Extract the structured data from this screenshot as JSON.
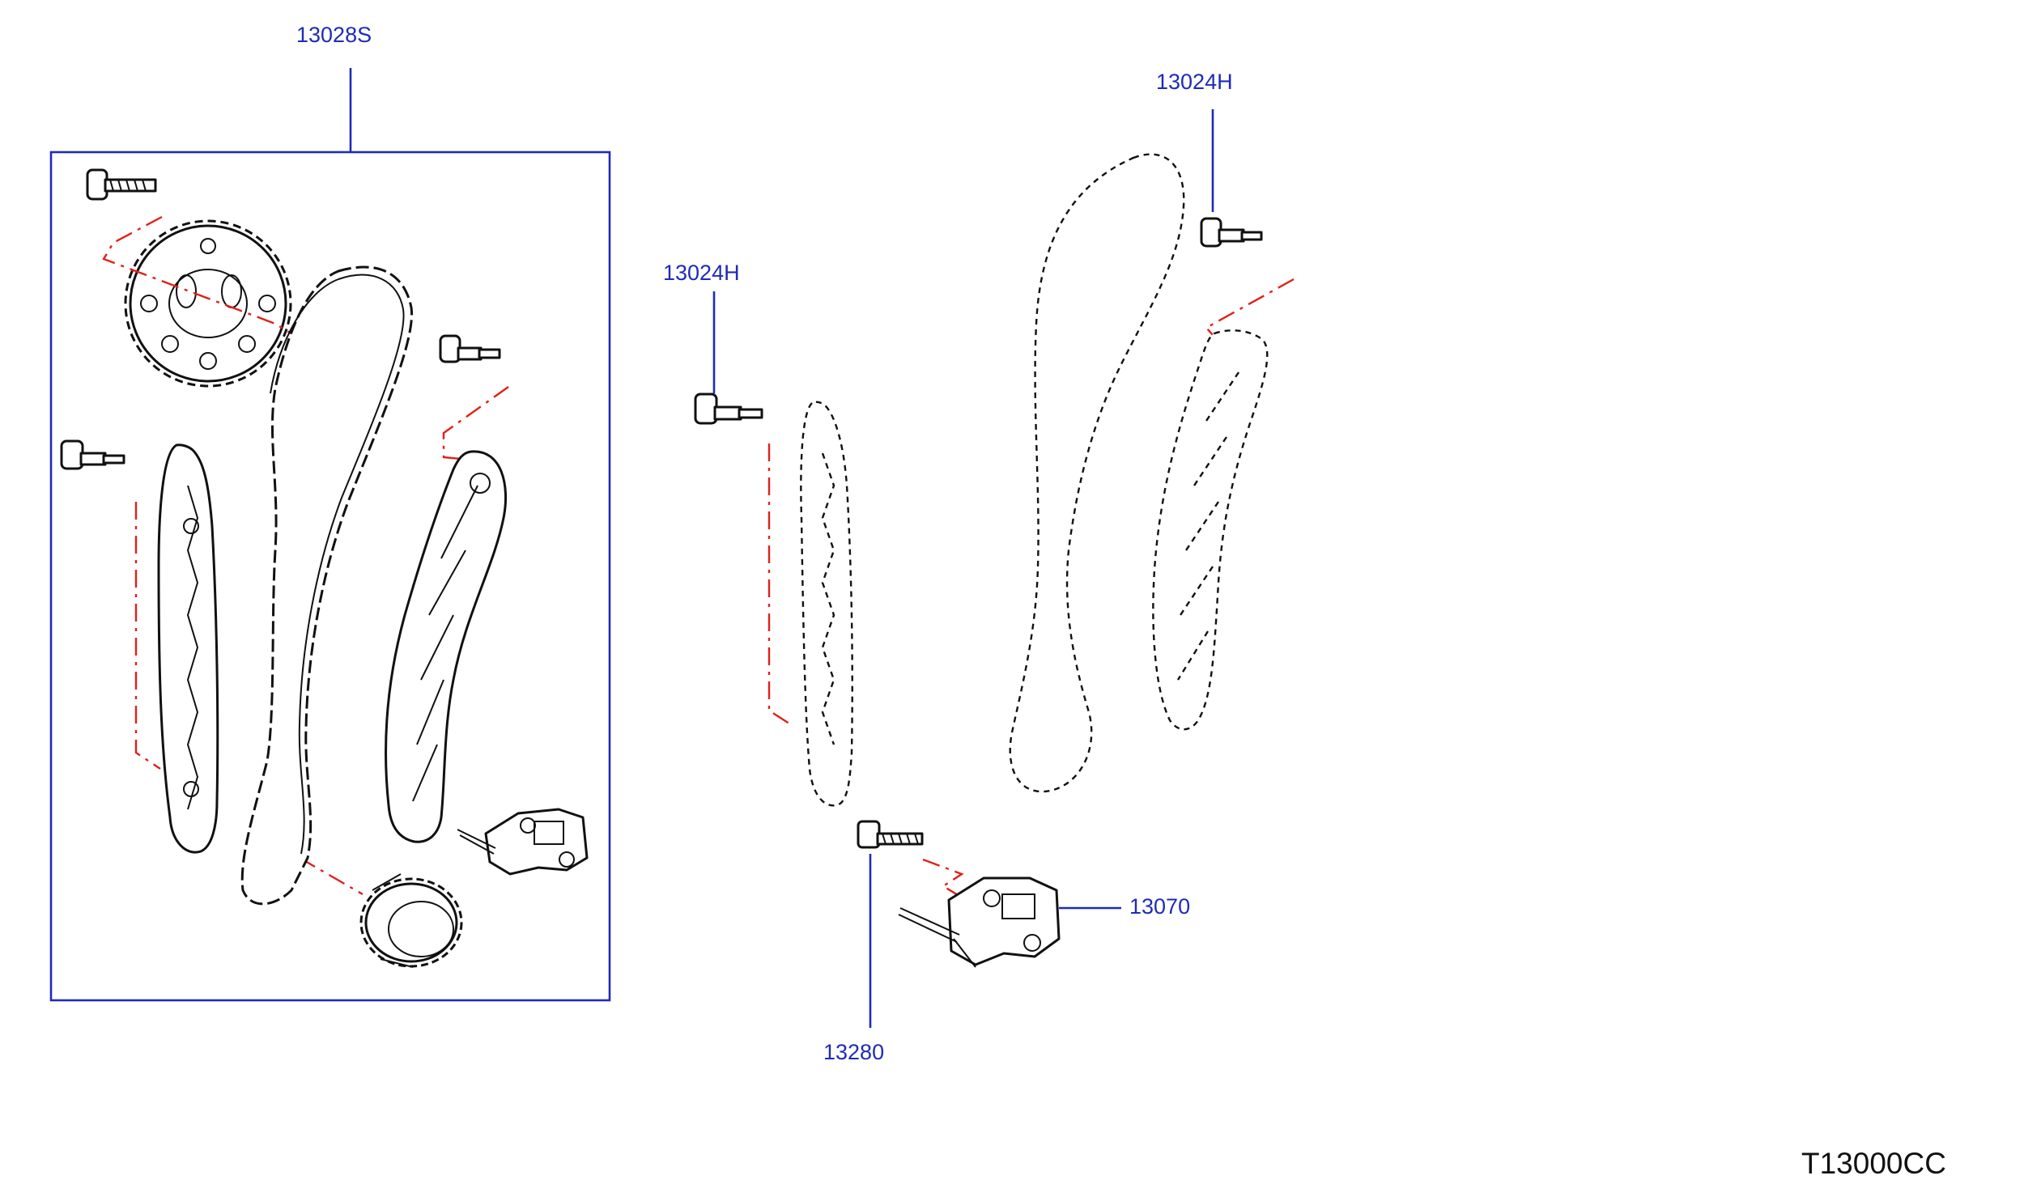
{
  "diagram": {
    "callouts": {
      "kit": "13028S",
      "chain_bolt_right": "13024H",
      "chain_bolt_center": "13024H",
      "tensioner": "13070",
      "tensioner_bolt": "13280"
    },
    "drawing_code": "T13000CC",
    "colors": {
      "callout": "#1e2bb8",
      "phantom_line": "#e0201b",
      "part_outline": "#111111"
    }
  }
}
